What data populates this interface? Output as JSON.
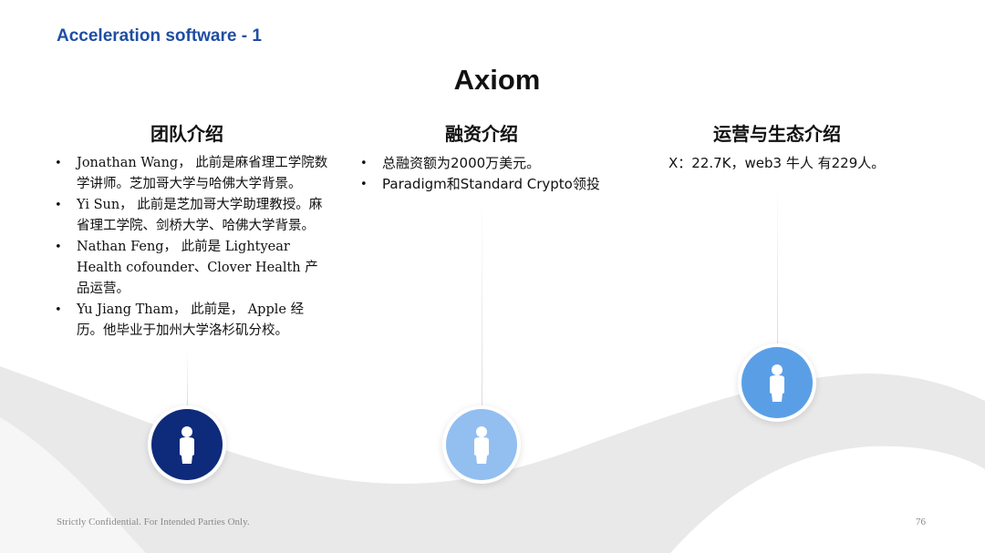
{
  "header": {
    "section_label": "Acceleration software - 1",
    "title": "Axiom"
  },
  "columns": {
    "team": {
      "heading": "团队介绍",
      "items": [
        "Jonathan Wang， 此前是麻省理工学院数学讲师。芝加哥大学与哈佛大学背景。",
        "Yi Sun， 此前是芝加哥大学助理教授。麻省理工学院、剑桥大学、哈佛大学背景。",
        "Nathan Feng， 此前是 Lightyear Health cofounder、Clover Health 产品运营。",
        "Yu Jiang Tham， 此前是， Apple 经历。他毕业于加州大学洛杉矶分校。"
      ]
    },
    "funding": {
      "heading": "融资介绍",
      "items": [
        "总融资额为2000万美元。",
        "Paradigm和Standard Crypto领投"
      ]
    },
    "operations": {
      "heading": "运营与生态介绍",
      "text": "X：22.7K，web3 牛人 有229人。"
    }
  },
  "icons": {
    "team": "person-icon",
    "funding": "person-icon",
    "operations": "person-icon"
  },
  "colors": {
    "section_label": "#1f4ea3",
    "badge_team": "#0e2a7a",
    "badge_funding": "#92bff0",
    "badge_operations": "#5a9fe6",
    "wave": "#e9e9ea"
  },
  "footer": {
    "confidential": "Strictly Confidential. For Intended Parties Only.",
    "page_number": "76"
  }
}
